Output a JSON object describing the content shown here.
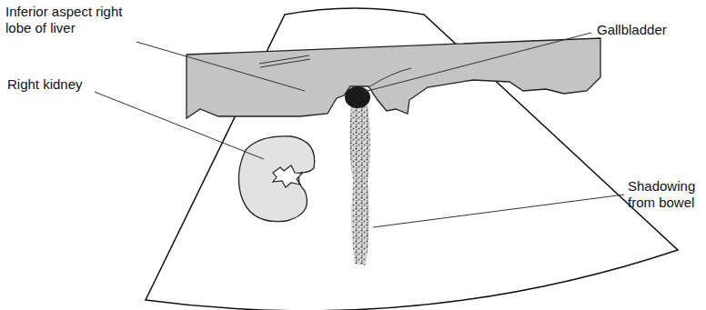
{
  "diagram": {
    "labels": [
      "Inferior aspect right lobe of liver",
      "Gallbladder",
      "Right kidney",
      "Shadowing from bowel"
    ]
  }
}
